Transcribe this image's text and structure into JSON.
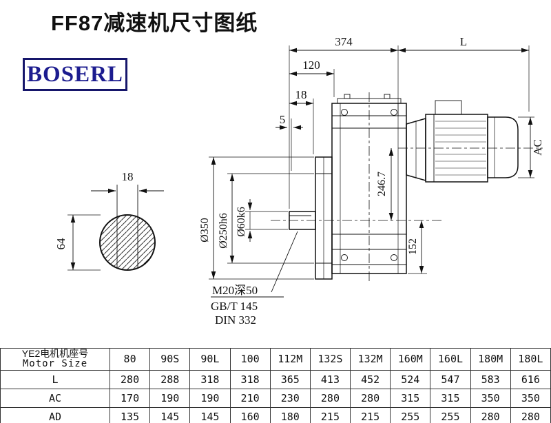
{
  "page": {
    "title": "FF87减速机尺寸图纸"
  },
  "logo": {
    "text": "BOSERL"
  },
  "drawing": {
    "dims": {
      "overall_374": "374",
      "motor_length_L": "L",
      "dim_120": "120",
      "dim_18_top": "18",
      "dim_5": "5",
      "motor_ac": "AC",
      "axis_height": "246.7",
      "dim_152": "152",
      "flange_dia": "Ø350",
      "spigot_dia": "Ø250h6",
      "shaft_dia": "Ø60k6",
      "key_width": "18",
      "shaft_height": "64",
      "tap_note": "M20深50",
      "std_note_1": "GB/T 145",
      "std_note_2": "DIN 332"
    }
  },
  "table": {
    "header_cn": "YE2电机机座号",
    "header_en": "Motor Size",
    "sizes": [
      "80",
      "90S",
      "90L",
      "100",
      "112M",
      "132S",
      "132M",
      "160M",
      "160L",
      "180M",
      "180L"
    ],
    "rows": [
      {
        "label": "L",
        "values": [
          "280",
          "288",
          "318",
          "318",
          "365",
          "413",
          "452",
          "524",
          "547",
          "583",
          "616"
        ]
      },
      {
        "label": "AC",
        "values": [
          "170",
          "190",
          "190",
          "210",
          "230",
          "280",
          "280",
          "315",
          "315",
          "350",
          "350"
        ]
      },
      {
        "label": "AD",
        "values": [
          "135",
          "145",
          "145",
          "160",
          "180",
          "215",
          "215",
          "255",
          "255",
          "280",
          "280"
        ]
      }
    ]
  }
}
